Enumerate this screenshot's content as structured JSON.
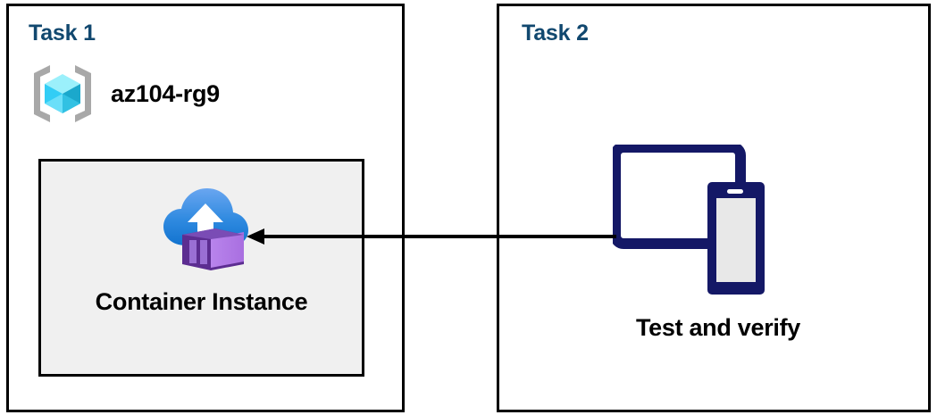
{
  "diagram": {
    "title": "Azure task flow diagram",
    "background_color": "#ffffff",
    "panel_border_color": "#000000",
    "heading_color": "#11486f",
    "inner_box_fill": "#f0f0f0",
    "arrow_color": "#000000"
  },
  "panels": [
    {
      "id": "task1",
      "title": "Task 1",
      "resource_group": {
        "icon": "azure-resource-group-icon",
        "label": "az104-rg9",
        "icon_colors": {
          "cube_light": "#9bf0fb",
          "cube_mid": "#32cdf5",
          "cube_dark": "#1ba8cc",
          "bracket": "#a8a8a8"
        }
      },
      "inner_box": {
        "icon": "container-instance-icon",
        "label": "Container Instance",
        "icon_colors": {
          "cloud_top": "#5b9bed",
          "cloud_bottom": "#1b7ad4",
          "arrow": "#ffffff",
          "box_face": "#b57ae8",
          "box_side": "#9a6fd4",
          "box_outline": "#5c2d91"
        }
      }
    },
    {
      "id": "task2",
      "title": "Task 2",
      "devices": {
        "icon": "tablet-and-phone-icon",
        "label": "Test and verify",
        "icon_colors": {
          "device_outline": "#141866",
          "phone_screen": "#e8e8e8",
          "tablet_screen": "#ffffff"
        }
      }
    }
  ],
  "connector": {
    "name": "arrow-task2-to-task1",
    "direction": "left",
    "from": "Test and verify",
    "to": "Container Instance",
    "color": "#000000"
  }
}
